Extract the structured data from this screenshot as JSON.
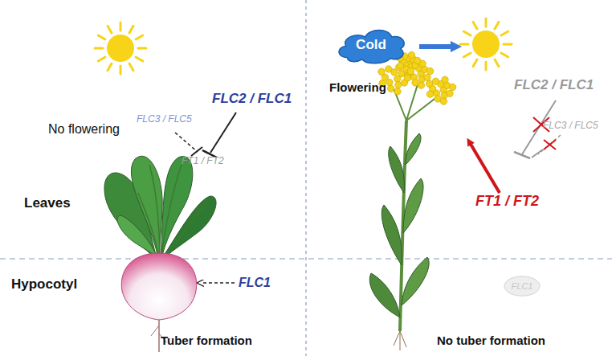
{
  "diagram": {
    "nodes": [
      {
        "text": [
          "Cold"
        ]
      },
      {
        "text": [
          "FLC1"
        ]
      }
    ],
    "edges": [],
    "labels": [
      "No flowering",
      "FLC3 / FLC5",
      "FLC2 / FLC1",
      "FT1 / FT2",
      "Leaves",
      "Hypocotyl",
      "FLC1",
      "Tuber formation",
      "Flowering",
      "FT1 / FT2",
      "FLC2 / FLC1",
      "FLC3 / FLC5",
      "No tuber formation"
    ]
  }
}
